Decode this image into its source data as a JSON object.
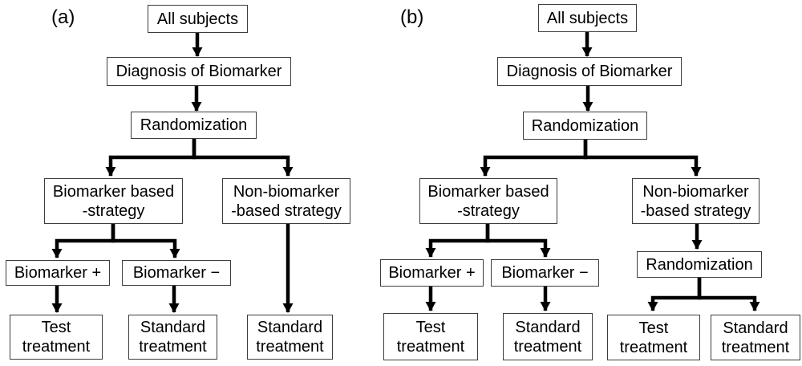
{
  "figure": {
    "panels": {
      "a": {
        "label": "(a)",
        "nodes": {
          "all_subjects": "All subjects",
          "diagnosis": "Diagnosis of Biomarker",
          "randomization": "Randomization",
          "biomarker_based_strategy": "Biomarker based\n-strategy",
          "non_biomarker_based_strategy": "Non-biomarker\n-based strategy",
          "biomarker_plus": "Biomarker +",
          "biomarker_minus": "Biomarker −",
          "test_treatment": "Test\ntreatment",
          "standard_treatment_biomarker_minus": "Standard\ntreatment",
          "standard_treatment_non_biomarker": "Standard\ntreatment"
        }
      },
      "b": {
        "label": "(b)",
        "nodes": {
          "all_subjects": "All subjects",
          "diagnosis": "Diagnosis of Biomarker",
          "randomization_1": "Randomization",
          "biomarker_based_strategy": "Biomarker based\n-strategy",
          "non_biomarker_based_strategy": "Non-biomarker\n-based strategy",
          "biomarker_plus": "Biomarker +",
          "biomarker_minus": "Biomarker −",
          "randomization_2": "Randomization",
          "test_treatment_1": "Test\ntreatment",
          "standard_treatment_1": "Standard\ntreatment",
          "test_treatment_2": "Test\ntreatment",
          "standard_treatment_2": "Standard\ntreatment"
        }
      }
    },
    "colors": {
      "background": "#ffffff",
      "box_border": "#3d3d3d",
      "arrow": "#000000",
      "text": "#000000"
    }
  }
}
